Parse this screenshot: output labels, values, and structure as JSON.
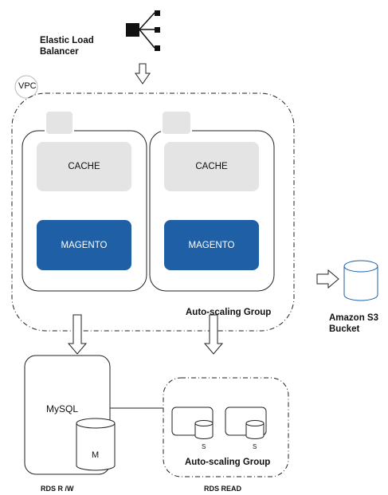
{
  "elb": {
    "label_line1": "Elastic Load",
    "label_line2": "Balancer",
    "icon": "load-balancer-icon"
  },
  "vpc": {
    "label": "VPC"
  },
  "instances": [
    {
      "cache_label": "CACHE",
      "app_label": "MAGENTO"
    },
    {
      "cache_label": "CACHE",
      "app_label": "MAGENTO"
    }
  ],
  "web_asg": {
    "label": "Auto-scaling Group"
  },
  "s3": {
    "label_line1": "Amazon S3",
    "label_line2": "Bucket",
    "icon": "database-cylinder-icon"
  },
  "rds_rw": {
    "db_label": "MySQL",
    "master_label": "M",
    "caption": "RDS R /W"
  },
  "rds_read": {
    "replica_labels": [
      "S",
      "S"
    ],
    "asg_label": "Auto-scaling Group",
    "caption": "RDS READ"
  },
  "colors": {
    "magento_blue": "#1f5fa6",
    "cache_grey": "#e4e4e4",
    "line": "#222222"
  }
}
